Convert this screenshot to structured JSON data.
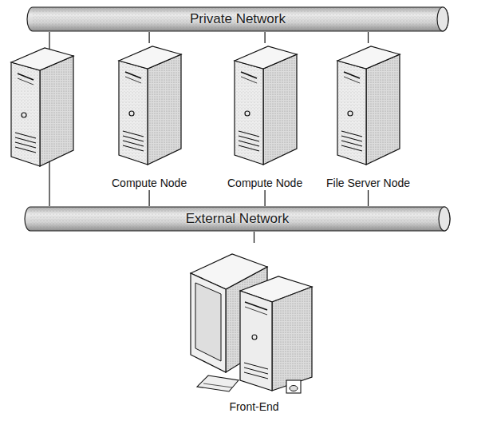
{
  "diagram": {
    "nodes": [
      {
        "text": [
          "Private Network"
        ]
      },
      {
        "text": [
          "Compute Node"
        ]
      },
      {
        "text": [
          "Compute Node"
        ]
      },
      {
        "text": [
          "File Server Node"
        ]
      },
      {
        "text": [
          "External Network"
        ]
      },
      {
        "text": [
          "Front-End"
        ]
      }
    ],
    "edges": [
      {
        "from": 0,
        "to": 1,
        "arrow": "none"
      },
      {
        "from": 0,
        "to": 2,
        "arrow": "none"
      },
      {
        "from": 0,
        "to": 3,
        "arrow": "none"
      },
      {
        "from": 1,
        "to": 4,
        "arrow": "none"
      },
      {
        "from": 2,
        "to": 4,
        "arrow": "none"
      },
      {
        "from": 3,
        "to": 4,
        "arrow": "none"
      },
      {
        "from": 4,
        "to": 5,
        "arrow": "none"
      }
    ]
  }
}
